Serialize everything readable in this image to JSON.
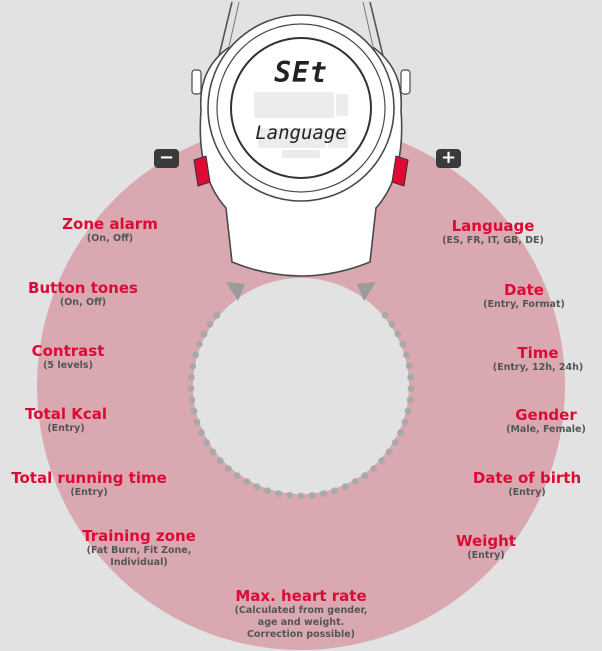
{
  "device": {
    "display_mode": "SEt",
    "display_label": "Language",
    "minus_symbol": "−",
    "plus_symbol": "+"
  },
  "menu": {
    "right": [
      {
        "title": "Language",
        "sub": "(ES, FR, IT, GB, DE)"
      },
      {
        "title": "Date",
        "sub": "(Entry, Format)"
      },
      {
        "title": "Time",
        "sub": "(Entry, 12h, 24h)"
      },
      {
        "title": "Gender",
        "sub": "(Male, Female)"
      },
      {
        "title": "Date of birth",
        "sub": "(Entry)"
      },
      {
        "title": "Weight",
        "sub": "(Entry)"
      }
    ],
    "bottom": {
      "title": "Max. heart rate",
      "sub": "(Calculated from gender,\nage and weight.\nCorrection possible)"
    },
    "left": [
      {
        "title": "Zone alarm",
        "sub": "(On, Off)"
      },
      {
        "title": "Button tones",
        "sub": "(On, Off)"
      },
      {
        "title": "Contrast",
        "sub": "(5 levels)"
      },
      {
        "title": "Total Kcal",
        "sub": "(Entry)"
      },
      {
        "title": "Total running time",
        "sub": "(Entry)"
      },
      {
        "title": "Training zone",
        "sub": "(Fat Burn, Fit Zone,\nIndividual)"
      }
    ]
  },
  "colors": {
    "background": "#e2e2e2",
    "ring": "#d9a8b1",
    "accent": "#dd0a34",
    "button": "#3a3a3a",
    "dots": "#a9a9a9",
    "arrows": "#9b9b9b"
  }
}
